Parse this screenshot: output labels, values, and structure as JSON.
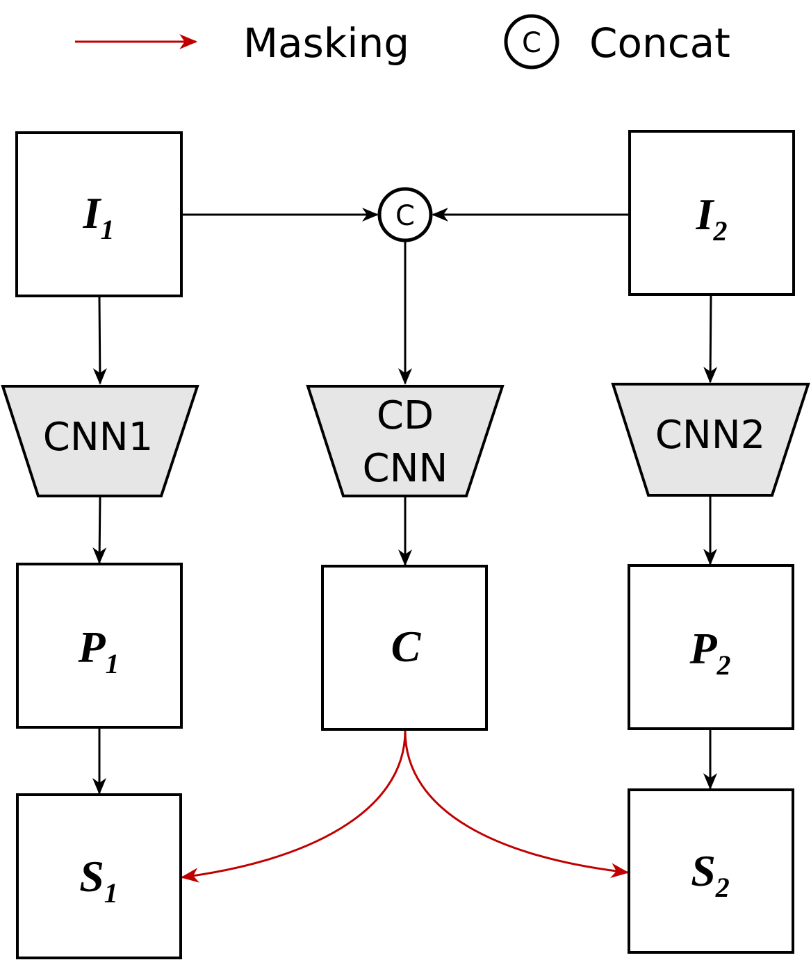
{
  "legend": {
    "masking_label": "Masking",
    "concat_label": "Concat",
    "concat_symbol": "C",
    "masking_color": "#c00000"
  },
  "nodes": {
    "i1": {
      "main": "I",
      "sub": "1"
    },
    "i2": {
      "main": "I",
      "sub": "2"
    },
    "concat": {
      "symbol": "C"
    },
    "cnn1": {
      "label": "CNN1"
    },
    "cdcnn": {
      "line1": "CD",
      "line2": "CNN"
    },
    "cnn2": {
      "label": "CNN2"
    },
    "p1": {
      "main": "P",
      "sub": "1"
    },
    "c": {
      "main": "C"
    },
    "p2": {
      "main": "P",
      "sub": "2"
    },
    "s1": {
      "main": "S",
      "sub": "1"
    },
    "s2": {
      "main": "S",
      "sub": "2"
    }
  },
  "colors": {
    "network_fill": "#e6e6e6",
    "stroke": "#000000",
    "masking_arrow": "#c00000"
  }
}
